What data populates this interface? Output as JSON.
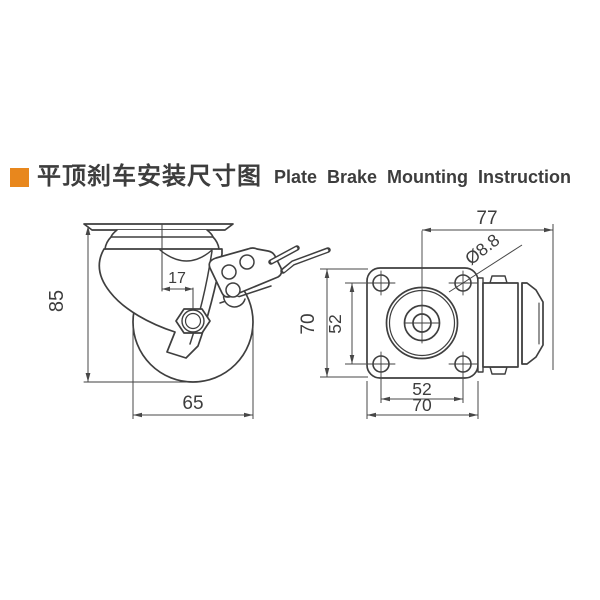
{
  "canvas": {
    "background": "#FFFFFF"
  },
  "header": {
    "bullet_color": "#E8871D",
    "title_zh": "平顶刹车安装尺寸图",
    "title_en": "Plate Brake Mounting Instruction",
    "text_color": "#3D3D3D"
  },
  "drawing": {
    "line_color": "#3F3F3F",
    "side_view": {
      "dim_overall_height": "85",
      "dim_axle_offset": "17",
      "dim_wheel_diameter": "65"
    },
    "top_view": {
      "dim_total_length": "77",
      "dim_hole_diameter": "Ø8.8",
      "dim_plate_height": "70",
      "dim_hole_pitch_vertical": "52",
      "dim_hole_pitch_horizontal": "52",
      "dim_plate_width": "70"
    }
  }
}
